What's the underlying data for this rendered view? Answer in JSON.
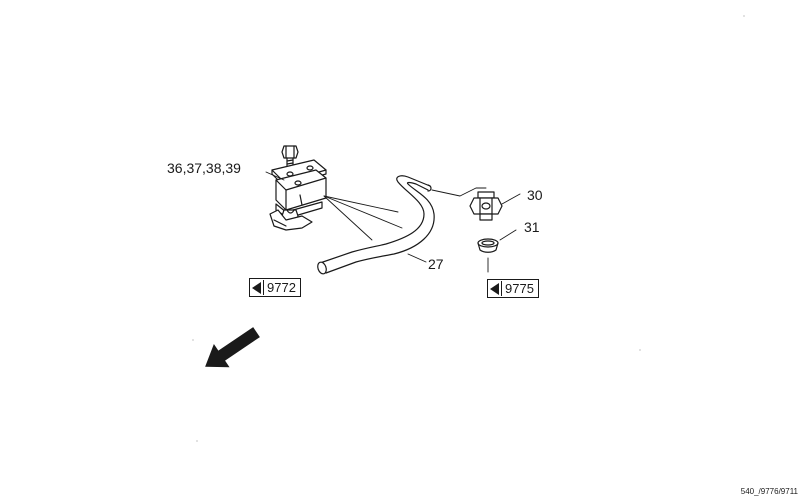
{
  "callouts": {
    "bracket_parts": "36,37,38,39",
    "pipe": "27",
    "union": "30",
    "seal": "31"
  },
  "references": {
    "left": "9772",
    "right": "9775"
  },
  "drawing_number": "540_/9776/9711",
  "icons": {
    "reference": "reference-arrow-icon",
    "direction": "direction-arrow-icon"
  }
}
